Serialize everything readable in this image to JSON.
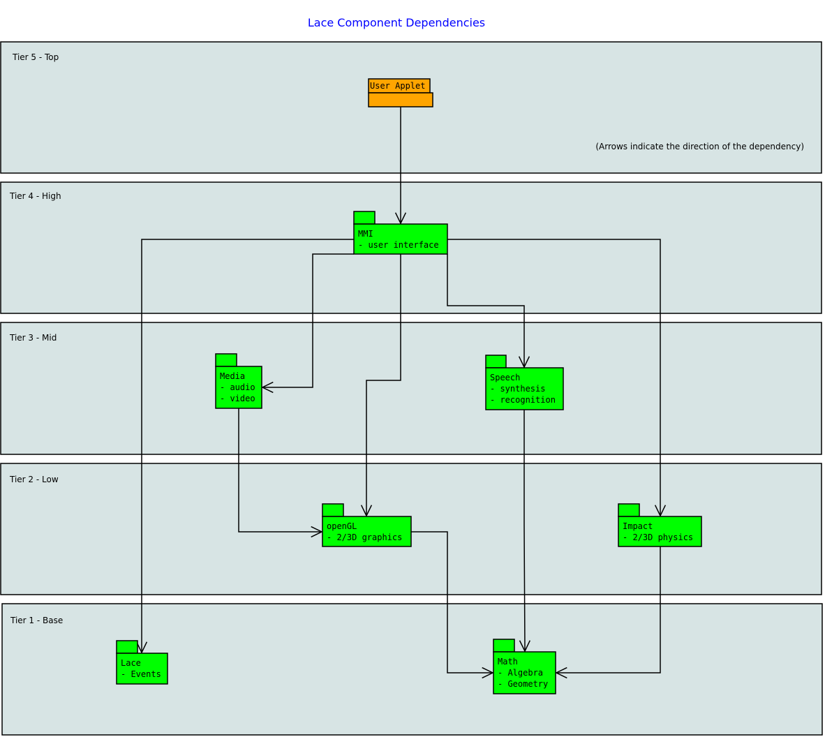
{
  "title": "Lace Component Dependencies",
  "note": "(Arrows indicate the direction of the dependency)",
  "colors": {
    "tier_fill": "#d7e4e4",
    "package_fill": "#00ff00",
    "applet_fill": "#ffa500",
    "title": "#0000ff"
  },
  "tiers": [
    {
      "id": "t5",
      "label": "Tier 5 - Top"
    },
    {
      "id": "t4",
      "label": "Tier 4 - High"
    },
    {
      "id": "t3",
      "label": "Tier 3 - Mid"
    },
    {
      "id": "t2",
      "label": "Tier 2 - Low"
    },
    {
      "id": "t1",
      "label": "Tier 1 - Base"
    }
  ],
  "packages": [
    {
      "id": "applet",
      "tab_label": "User Applet",
      "lines": [],
      "color": "#ffa500"
    },
    {
      "id": "mmi",
      "lines": [
        "MMI",
        "- user interface"
      ],
      "color": "#00ff00"
    },
    {
      "id": "media",
      "lines": [
        "Media",
        "- audio",
        "- video"
      ],
      "color": "#00ff00"
    },
    {
      "id": "speech",
      "lines": [
        "Speech",
        "- synthesis",
        "- recognition"
      ],
      "color": "#00ff00"
    },
    {
      "id": "opengl",
      "lines": [
        "openGL",
        "- 2/3D graphics"
      ],
      "color": "#00ff00"
    },
    {
      "id": "impact",
      "lines": [
        "Impact",
        "- 2/3D physics"
      ],
      "color": "#00ff00"
    },
    {
      "id": "lace",
      "lines": [
        "Lace",
        "- Events"
      ],
      "color": "#00ff00"
    },
    {
      "id": "math",
      "lines": [
        "Math",
        "- Algebra",
        "- Geometry"
      ],
      "color": "#00ff00"
    }
  ],
  "dependencies": [
    {
      "from": "applet",
      "to": "mmi"
    },
    {
      "from": "mmi",
      "to": "lace"
    },
    {
      "from": "mmi",
      "to": "media"
    },
    {
      "from": "mmi",
      "to": "opengl"
    },
    {
      "from": "mmi",
      "to": "speech"
    },
    {
      "from": "mmi",
      "to": "impact"
    },
    {
      "from": "media",
      "to": "opengl"
    },
    {
      "from": "speech",
      "to": "math"
    },
    {
      "from": "opengl",
      "to": "math"
    },
    {
      "from": "impact",
      "to": "math"
    }
  ]
}
